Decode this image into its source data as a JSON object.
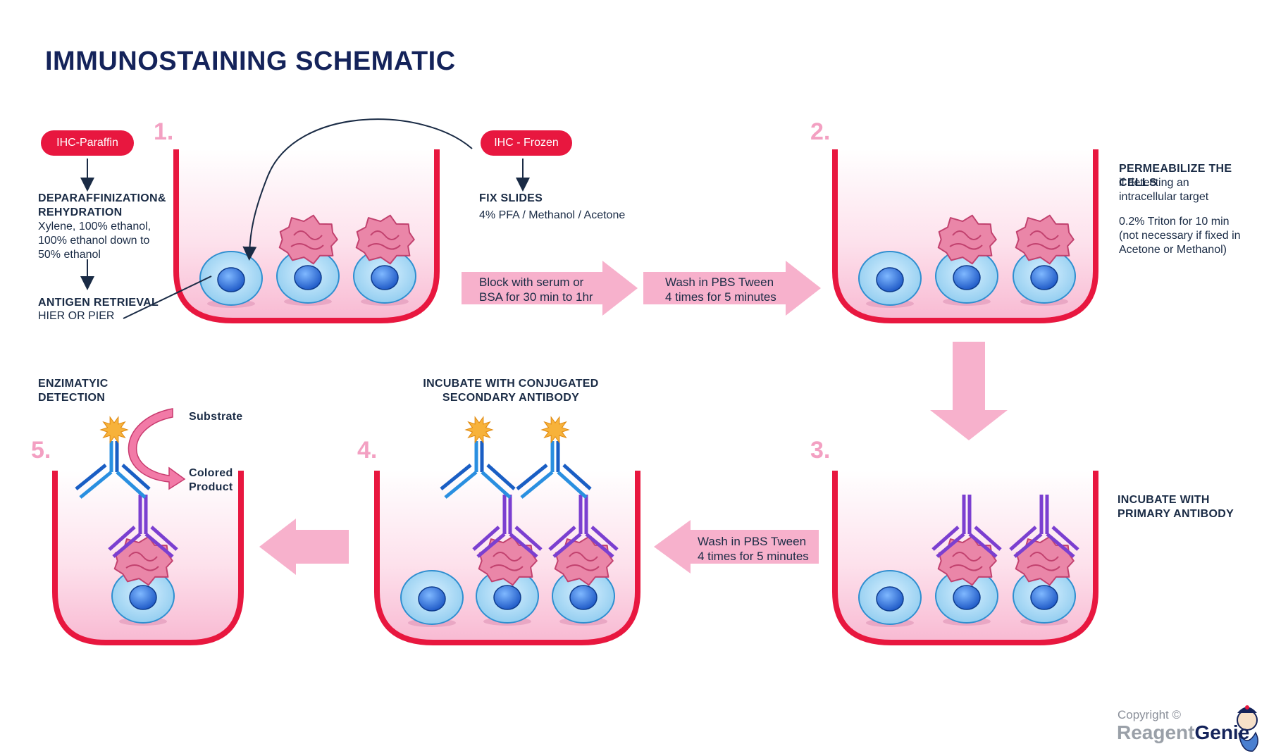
{
  "title": "IMMUNOSTAINING SCHEMATIC",
  "steps": {
    "s1": "1.",
    "s2": "2.",
    "s3": "3.",
    "s4": "4.",
    "s5": "5."
  },
  "pills": {
    "paraffin": "IHC-Paraffin",
    "frozen": "IHC - Frozen"
  },
  "paraffin_branch": {
    "deparaffin_heading": "DEPARAFFINIZATION&\nREHYDRATION",
    "deparaffin_body": "Xylene, 100% ethanol,\n100% ethanol down to\n50% ethanol",
    "antigen_heading": "ANTIGEN RETRIEVAL",
    "antigen_body": "HIER OR PIER"
  },
  "frozen_branch": {
    "fix_heading": "FIX SLIDES",
    "fix_body": "4% PFA / Methanol / Acetone"
  },
  "arrows": {
    "block": "Block with serum or\nBSA for 30 min to 1hr",
    "wash1": "Wash in PBS Tween\n4 times for 5 minutes",
    "wash2": "Wash in PBS Tween\n4 times for 5 minutes"
  },
  "step2_text": {
    "heading": "PERMEABILIZE THE CELLS",
    "body1": "if detecting an\nintracellular target",
    "body2": "0.2% Triton for 10 min\n(not necessary if fixed in\nAcetone or Methanol)"
  },
  "step3_text": {
    "heading": "INCUBATE WITH\nPRIMARY ANTIBODY"
  },
  "step4_text": {
    "heading": "INCUBATE WITH CONJUGATED\nSECONDARY ANTIBODY"
  },
  "step5_text": {
    "heading": "ENZIMATYIC\nDETECTION",
    "substrate": "Substrate",
    "product": "Colored\nProduct"
  },
  "footer": {
    "copyright": "Copyright ©",
    "logo_a": "Reagent",
    "logo_b": "Genie"
  },
  "colors": {
    "well_rim": "#e8173f",
    "well_fill": "#fbd3e4",
    "arrow": "#f7b1cc",
    "title": "#14235a",
    "step_number": "#f3a0c2",
    "cell": "#9fd4f2",
    "nucleus": "#1f6fd6",
    "antigen": "#e8769b",
    "primary_ab": "#7b3fd0",
    "secondary_ab": "#2a8fe0",
    "enzyme": "#f7b23a"
  }
}
